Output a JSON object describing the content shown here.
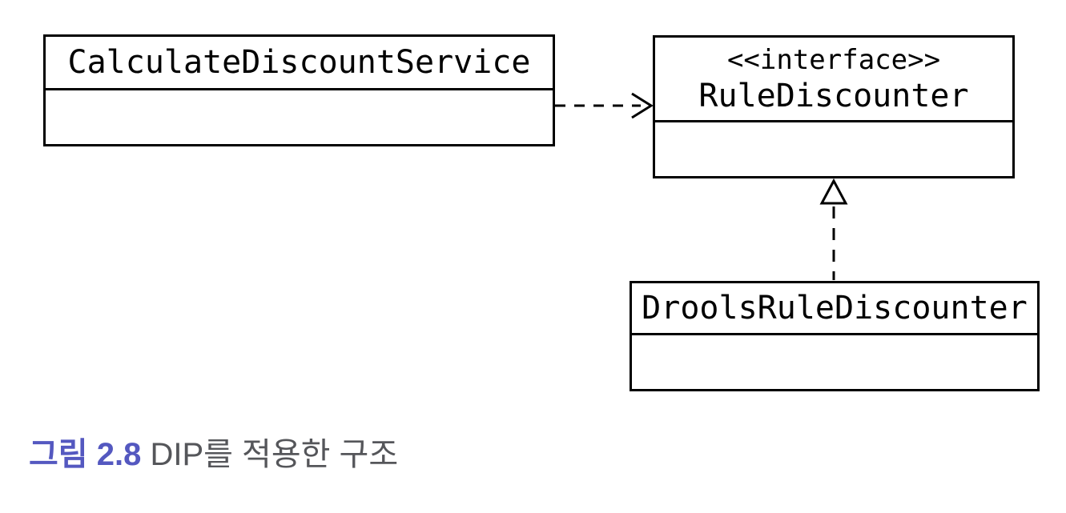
{
  "diagram": {
    "type": "uml-class-diagram",
    "nodes": [
      {
        "id": "calculate-discount-service",
        "stereotype": "",
        "name": "CalculateDiscountService",
        "attributes_compartment": ""
      },
      {
        "id": "rule-discounter",
        "stereotype": "<<interface>>",
        "name": "RuleDiscounter",
        "attributes_compartment": ""
      },
      {
        "id": "drools-rule-discounter",
        "stereotype": "",
        "name": "DroolsRuleDiscounter",
        "attributes_compartment": ""
      }
    ],
    "edges": [
      {
        "type": "dependency",
        "from": "CalculateDiscountService",
        "to": "RuleDiscounter",
        "style": "dashed-open-arrow"
      },
      {
        "type": "realization",
        "from": "DroolsRuleDiscounter",
        "to": "RuleDiscounter",
        "style": "dashed-hollow-triangle"
      }
    ]
  },
  "caption": {
    "figure_label": "그림 2.8",
    "text": "DIP를 적용한 구조"
  },
  "colors": {
    "line": "#000000",
    "box_fill": "#ffffff",
    "figure_label": "#5458c0",
    "caption_text": "#55565a",
    "background": "#ffffff"
  }
}
